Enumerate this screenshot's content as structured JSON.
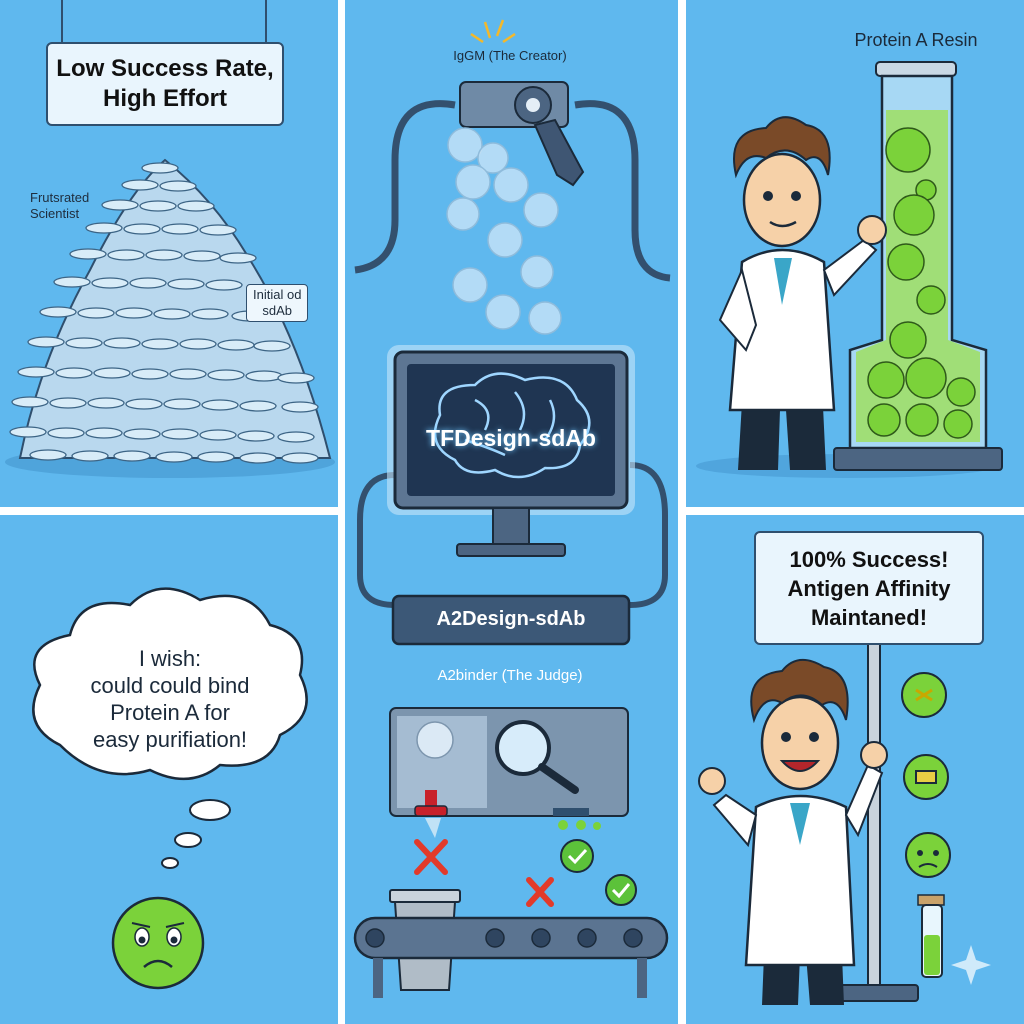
{
  "panel_top_left": {
    "sign_line1": "Low Success Rate,",
    "sign_line2": "High Effort",
    "scientist_label_line1": "Frutsrated",
    "scientist_label_line2": "Scientist",
    "sdab_label_line1": "Initial od",
    "sdab_label_line2": "sdAb"
  },
  "panel_bottom_left": {
    "wish_line1": "I wish:",
    "wish_line2": "could could bind",
    "wish_line3": "Protein A for",
    "wish_line4": "easy purifiation!"
  },
  "panel_middle": {
    "creator_label": "IgGM (The Creator)",
    "screen_label": "TFDesign-sdAb",
    "banner_label": "A2Design-sdAb",
    "judge_label": "A2binder (The Judge)"
  },
  "panel_top_right": {
    "resin_label": "Protein A Resin"
  },
  "panel_bottom_right": {
    "sign_line1": "100% Success!",
    "sign_line2": "Antigen Affinity",
    "sign_line3": "Maintaned!"
  },
  "colors": {
    "panel_bg": "#5fb8ee",
    "green_molecule": "#7bd23a",
    "monitor_frame": "#4a6a8a",
    "fail_red": "#e23a2a",
    "pass_green": "#5cc23a"
  }
}
